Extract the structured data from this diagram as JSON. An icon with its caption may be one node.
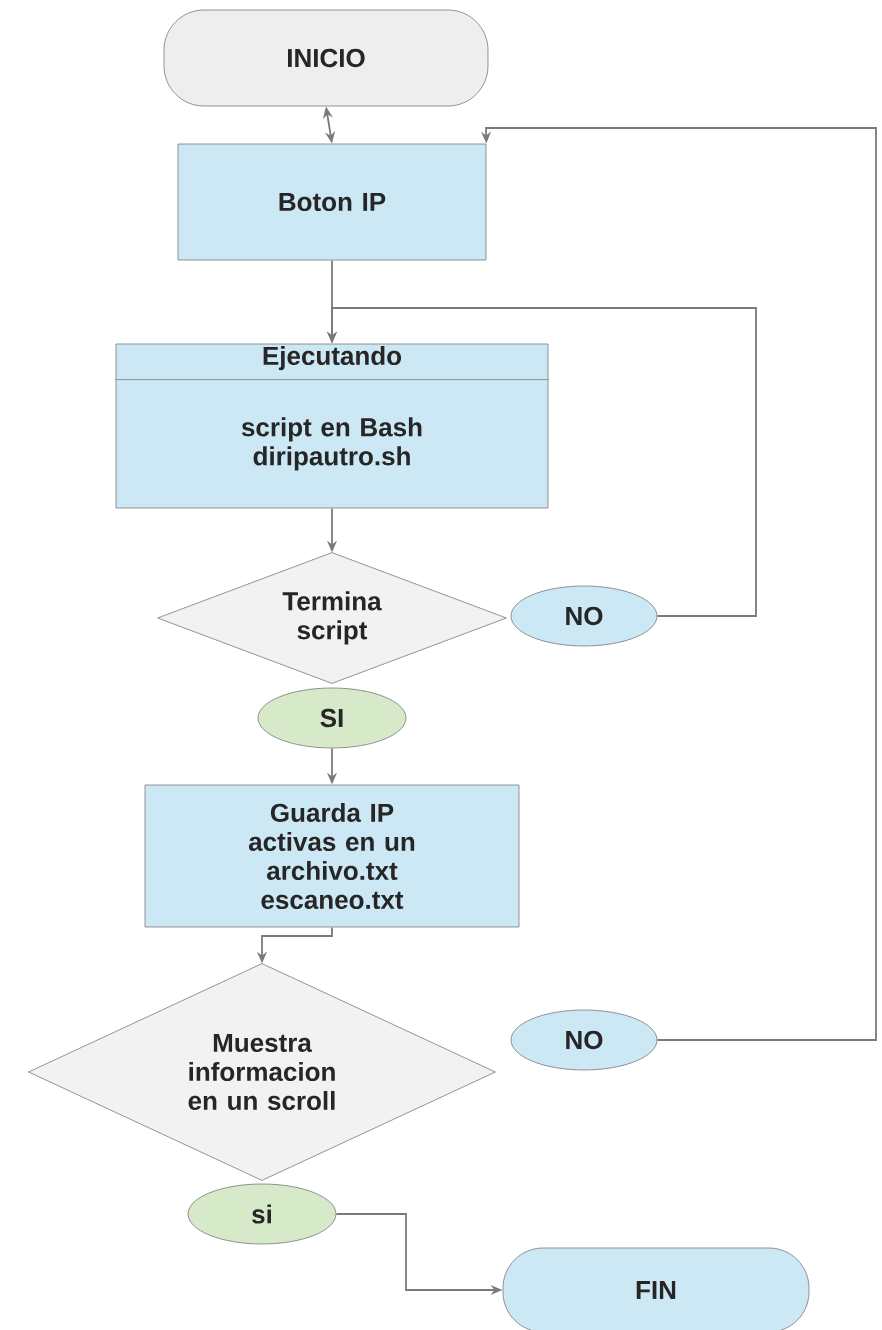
{
  "diagram": {
    "nodes": [
      {
        "text": [
          "INICIO"
        ]
      },
      {
        "text": [
          "Boton IP"
        ]
      },
      {
        "text": [
          "Ejecutando",
          "script en Bash diripautro.sh"
        ]
      },
      {
        "text": [
          "Termina script"
        ]
      },
      {
        "text": [
          "NO"
        ]
      },
      {
        "text": [
          "SI"
        ]
      },
      {
        "text": [
          "Guarda IP activas en un archivo.txt escaneo.txt"
        ]
      },
      {
        "text": [
          "Muestra informacion en un scroll"
        ]
      },
      {
        "text": [
          "NO"
        ]
      },
      {
        "text": [
          "si"
        ]
      },
      {
        "text": [
          "FIN"
        ]
      }
    ],
    "edges": [
      {
        "from": 0,
        "to": 1,
        "arrow": "both"
      },
      {
        "from": 1,
        "to": 2,
        "arrow": "to"
      },
      {
        "from": 2,
        "to": 3,
        "arrow": "to"
      },
      {
        "from": 4,
        "to": 2,
        "arrow": "to"
      },
      {
        "from": 5,
        "to": 6,
        "arrow": "to"
      },
      {
        "from": 6,
        "to": 7,
        "arrow": "to"
      },
      {
        "from": 8,
        "to": 1,
        "arrow": "to"
      },
      {
        "from": 9,
        "to": 10,
        "arrow": "to"
      }
    ]
  }
}
